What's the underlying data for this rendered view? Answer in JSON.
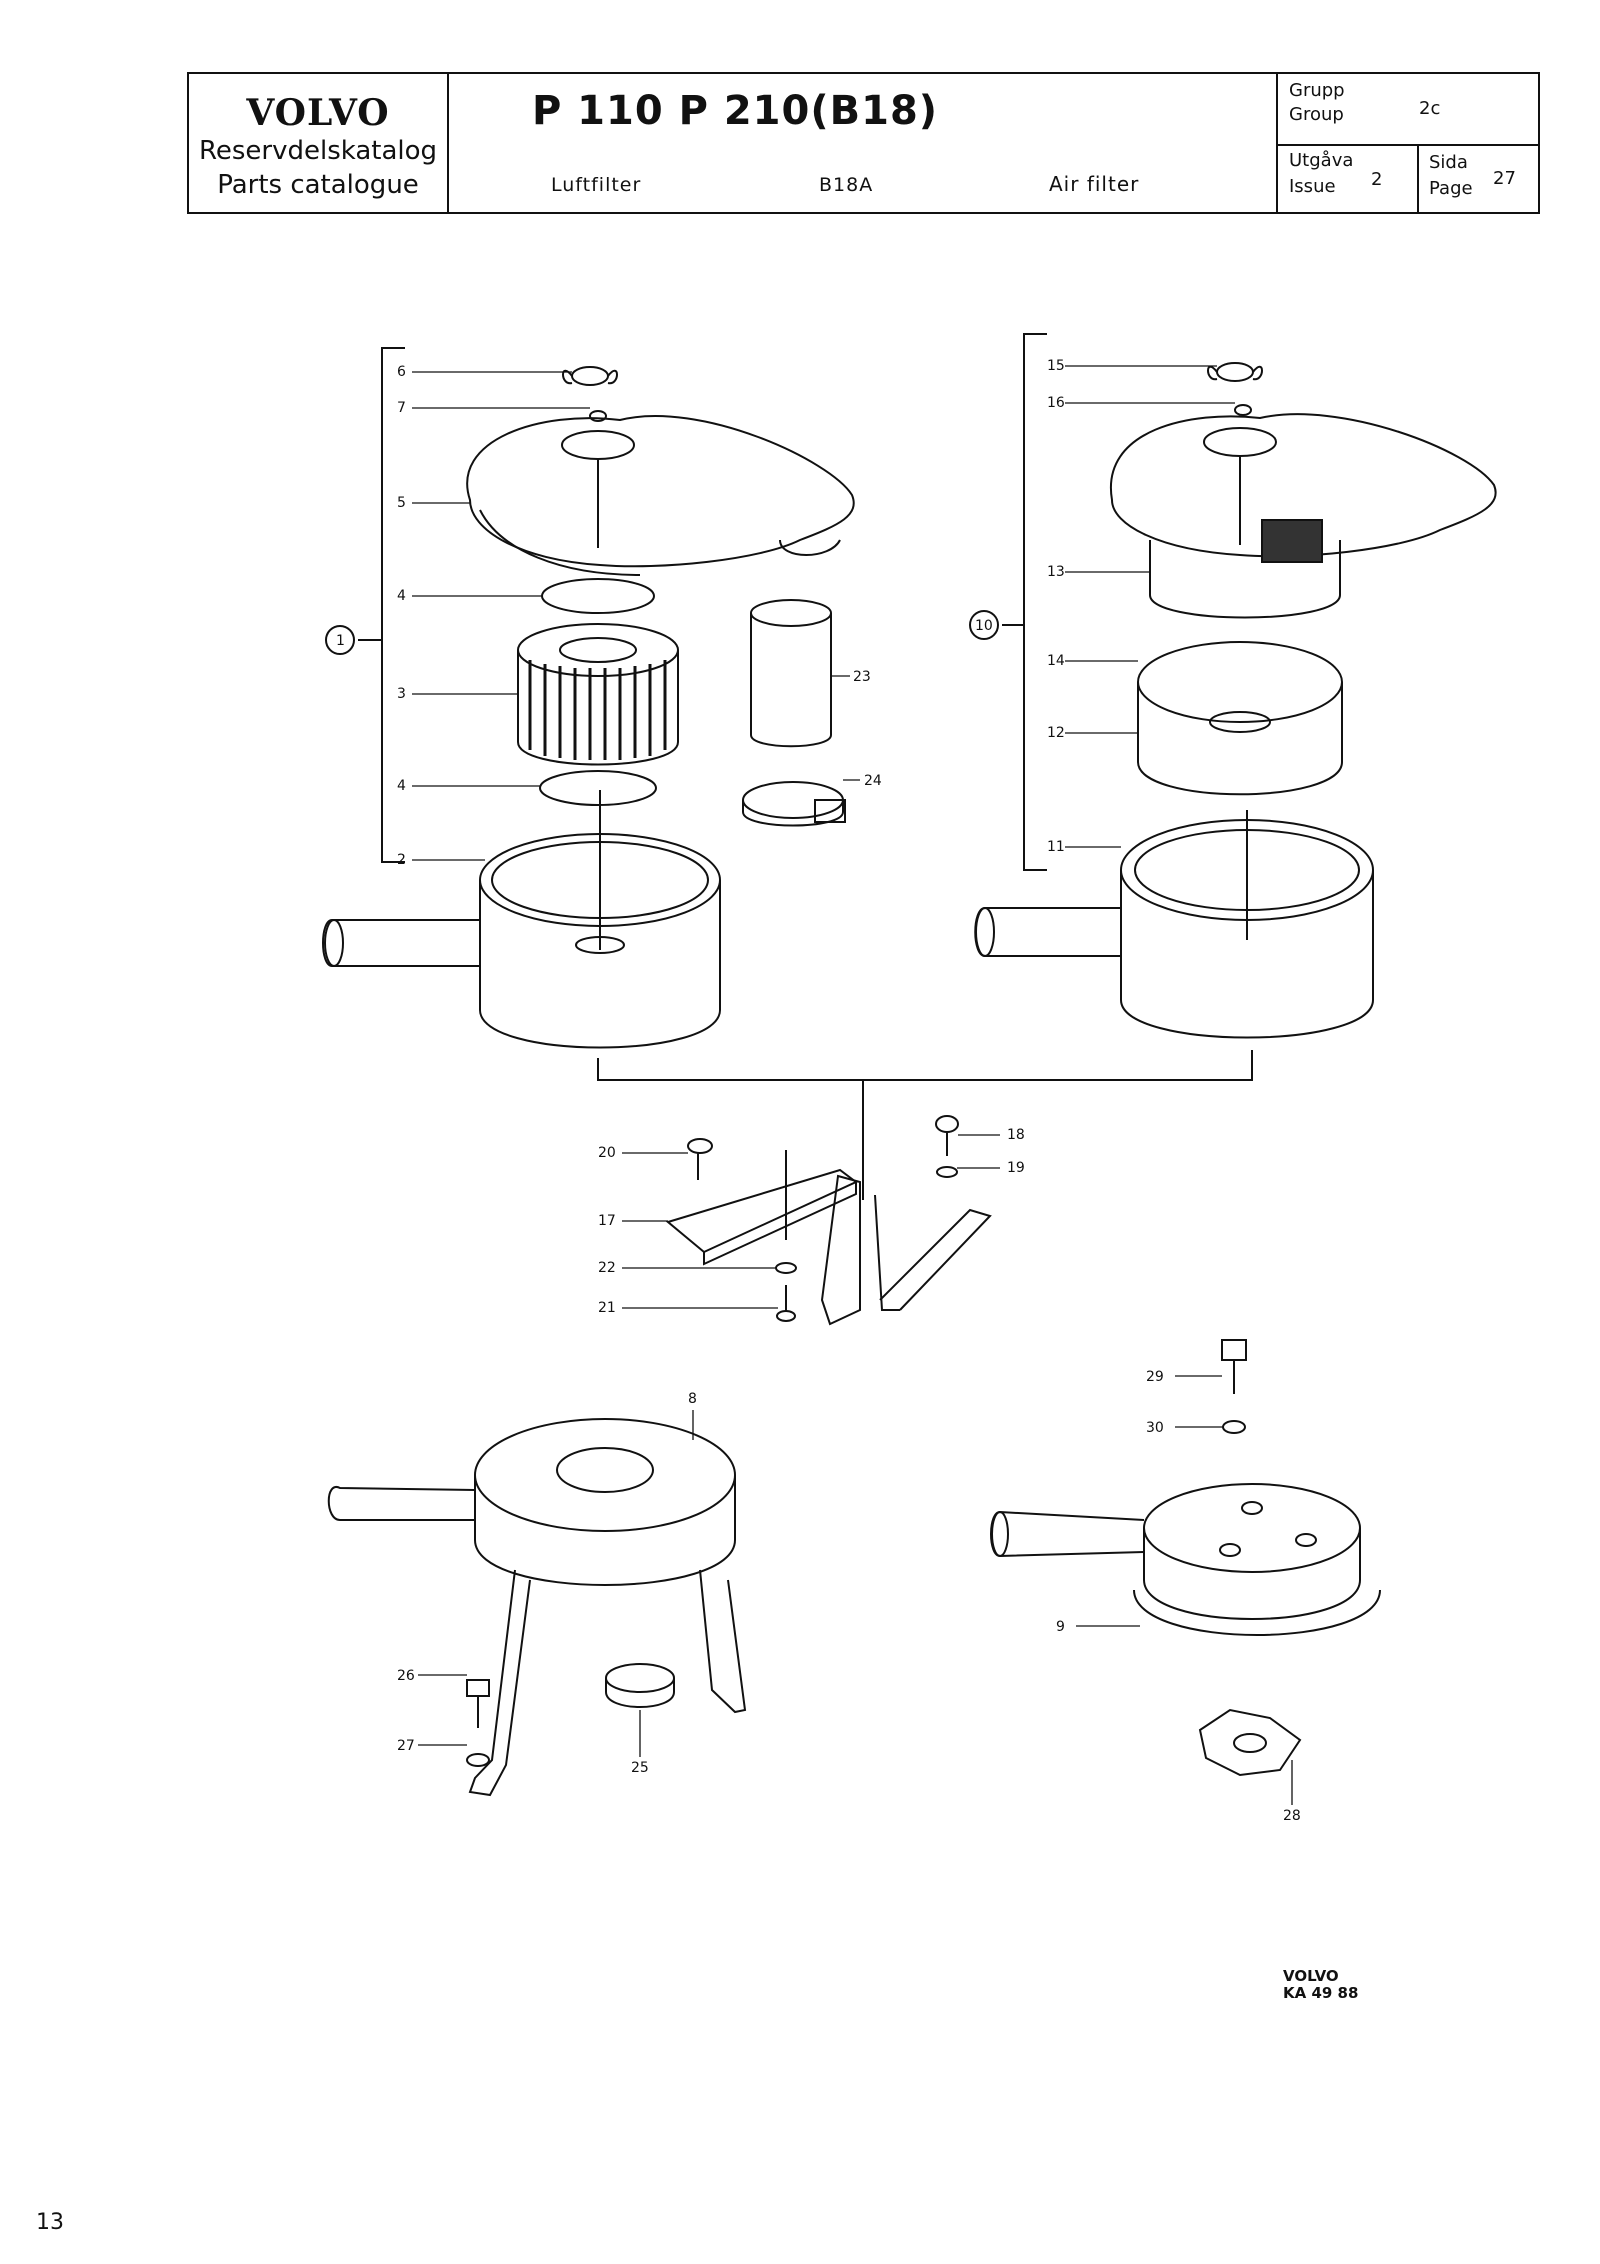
{
  "header": {
    "brand": "VOLVO",
    "catalogue_sv": "Reservdelskatalog",
    "catalogue_en": "Parts catalogue",
    "models": "P 110  P 210(B18)",
    "description_sv": "Luftfilter",
    "description_code": "B18A",
    "description_en": "Air filter",
    "group_label_sv": "Grupp",
    "group_label_en": "Group",
    "group_value": "2c",
    "issue_label_sv": "Utgåva",
    "issue_label_en": "Issue",
    "issue_value": "2",
    "page_label_sv": "Sida",
    "page_label_en": "Page",
    "page_value": "27"
  },
  "callouts": [
    "1",
    "2",
    "3",
    "4",
    "4",
    "5",
    "6",
    "7",
    "10",
    "11",
    "12",
    "13",
    "14",
    "15",
    "16",
    "17",
    "18",
    "19",
    "20",
    "21",
    "22",
    "23",
    "24",
    "8",
    "25",
    "26",
    "27",
    "9",
    "28",
    "29",
    "30"
  ],
  "reference": {
    "line1": "VOLVO",
    "line2": "KA 49 88"
  },
  "page_number": "13"
}
